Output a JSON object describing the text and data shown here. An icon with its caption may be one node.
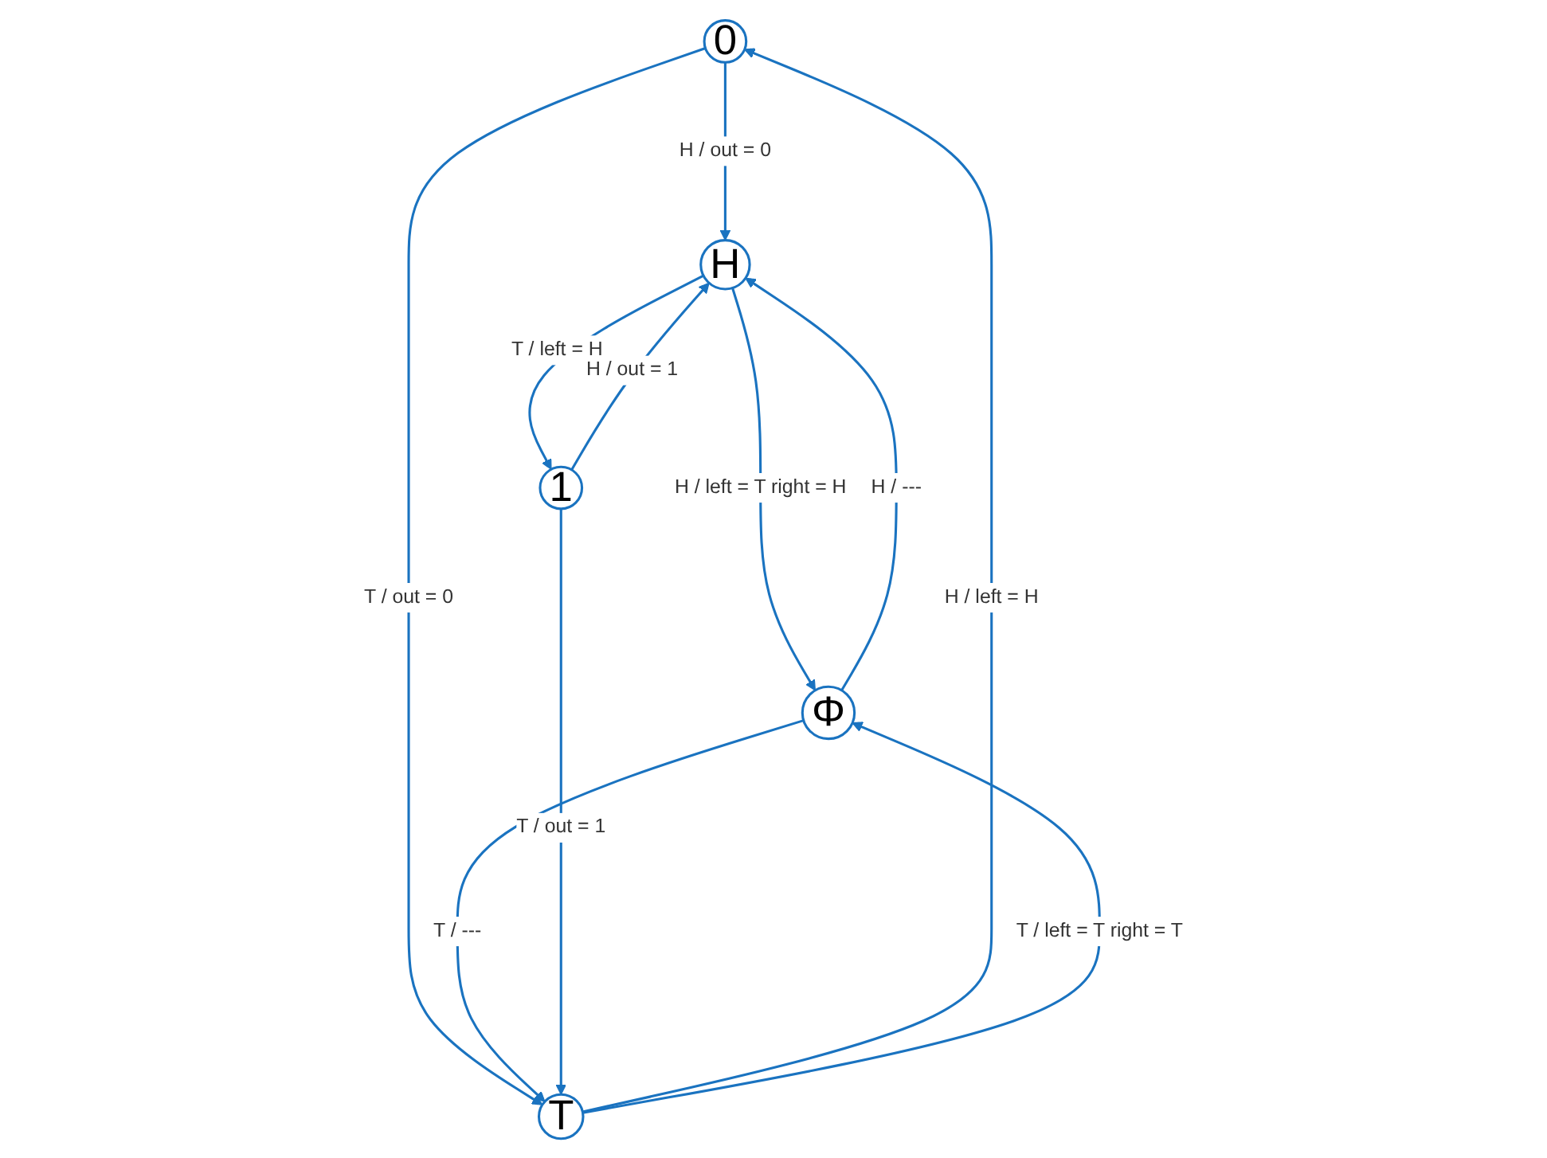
{
  "diagram": {
    "nodes": [
      {
        "text": [
          "0"
        ]
      },
      {
        "text": [
          "H"
        ]
      },
      {
        "text": [
          "Φ"
        ]
      },
      {
        "text": [
          "T"
        ]
      },
      {
        "text": [
          "1"
        ]
      }
    ],
    "edges": [
      {
        "from": 0,
        "to": 1,
        "arrow": "to",
        "label": "H / out = 0"
      },
      {
        "from": 0,
        "to": 3,
        "arrow": "to",
        "label": "T / out = 0"
      },
      {
        "from": 3,
        "to": 0,
        "arrow": "to",
        "label": "H / left = H"
      },
      {
        "from": 2,
        "to": 1,
        "arrow": "to",
        "label": "H / ---"
      },
      {
        "from": 1,
        "to": 2,
        "arrow": "to",
        "label": "H / left = T right = H"
      },
      {
        "from": 2,
        "to": 3,
        "arrow": "to",
        "label": "T / ---"
      },
      {
        "from": 3,
        "to": 2,
        "arrow": "to",
        "label": "T / left = T right = T"
      },
      {
        "from": 1,
        "to": 4,
        "arrow": "to",
        "label": "T / left = H"
      },
      {
        "from": 4,
        "to": 1,
        "arrow": "to",
        "label": "H / out = 1"
      },
      {
        "from": 4,
        "to": 3,
        "arrow": "to",
        "label": "T / out = 1"
      }
    ]
  }
}
